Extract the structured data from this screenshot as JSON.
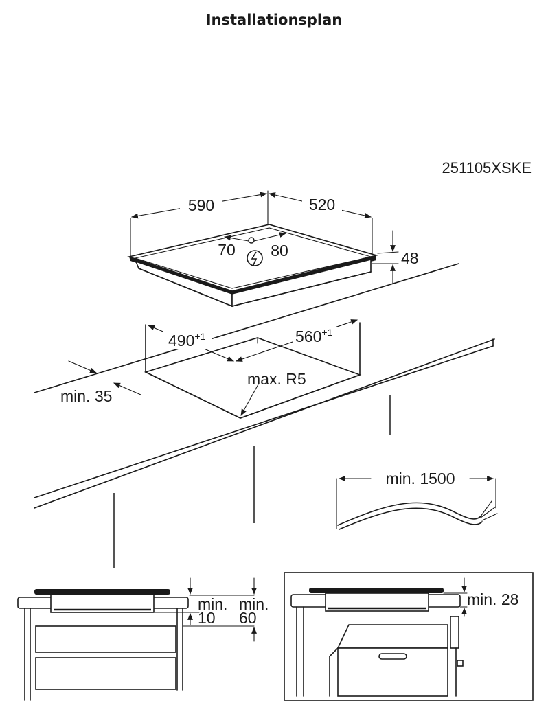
{
  "title": "Installationsplan",
  "model_code": "251105XSKE",
  "hob": {
    "width": "590",
    "depth": "520",
    "height": "48",
    "conn_left": "70",
    "conn_right": "80"
  },
  "cutout": {
    "width": "560",
    "width_tol": "+1",
    "depth": "490",
    "depth_tol": "+1",
    "radius": "max. R5",
    "front_edge": "min. 35"
  },
  "cable": {
    "length": "min. 1500"
  },
  "section_drawer": {
    "gap_top_label": "min.",
    "gap_top_value": "10",
    "gap_bottom_label": "min.",
    "gap_bottom_value": "60"
  },
  "section_oven": {
    "gap": "min. 28"
  },
  "colors": {
    "line": "#1a1a1a",
    "background": "#ffffff"
  }
}
